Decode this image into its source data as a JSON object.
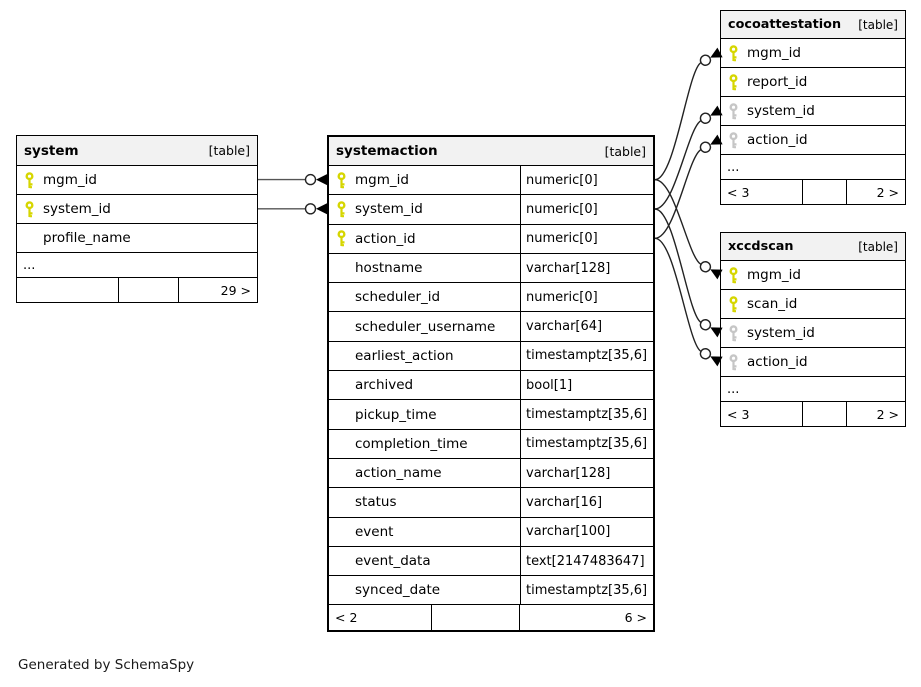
{
  "note": "Generated by SchemaSpy",
  "colors": {
    "primary_key": "#d6d600",
    "foreign_key_gray": "#c6c6c6",
    "header_bg": "#f2f2f2",
    "border": "#000000",
    "edge": "#222222"
  },
  "tables": {
    "system": {
      "name": "system",
      "tag": "[table]",
      "columns": [
        {
          "name": "mgm_id",
          "key": "primary"
        },
        {
          "name": "system_id",
          "key": "primary"
        },
        {
          "name": "profile_name",
          "key": "none"
        }
      ],
      "truncated": "...",
      "footer": {
        "left": "",
        "middle": "",
        "right": "29 >"
      }
    },
    "systemaction": {
      "name": "systemaction",
      "tag": "[table]",
      "columns": [
        {
          "name": "mgm_id",
          "type": "numeric[0]",
          "key": "primary"
        },
        {
          "name": "system_id",
          "type": "numeric[0]",
          "key": "primary"
        },
        {
          "name": "action_id",
          "type": "numeric[0]",
          "key": "primary"
        },
        {
          "name": "hostname",
          "type": "varchar[128]",
          "key": "none"
        },
        {
          "name": "scheduler_id",
          "type": "numeric[0]",
          "key": "none"
        },
        {
          "name": "scheduler_username",
          "type": "varchar[64]",
          "key": "none"
        },
        {
          "name": "earliest_action",
          "type": "timestamptz[35,6]",
          "key": "none"
        },
        {
          "name": "archived",
          "type": "bool[1]",
          "key": "none"
        },
        {
          "name": "pickup_time",
          "type": "timestamptz[35,6]",
          "key": "none"
        },
        {
          "name": "completion_time",
          "type": "timestamptz[35,6]",
          "key": "none"
        },
        {
          "name": "action_name",
          "type": "varchar[128]",
          "key": "none"
        },
        {
          "name": "status",
          "type": "varchar[16]",
          "key": "none"
        },
        {
          "name": "event",
          "type": "varchar[100]",
          "key": "none"
        },
        {
          "name": "event_data",
          "type": "text[2147483647]",
          "key": "none"
        },
        {
          "name": "synced_date",
          "type": "timestamptz[35,6]",
          "key": "none"
        }
      ],
      "footer": {
        "left": "< 2",
        "middle": "",
        "right": "6 >"
      }
    },
    "cocoattestation": {
      "name": "cocoattestation",
      "tag": "[table]",
      "columns": [
        {
          "name": "mgm_id",
          "key": "primary"
        },
        {
          "name": "report_id",
          "key": "primary"
        },
        {
          "name": "system_id",
          "key": "foreign"
        },
        {
          "name": "action_id",
          "key": "foreign"
        }
      ],
      "truncated": "...",
      "footer": {
        "left": "< 3",
        "middle": "",
        "right": "2 >"
      }
    },
    "xccdscan": {
      "name": "xccdscan",
      "tag": "[table]",
      "columns": [
        {
          "name": "mgm_id",
          "key": "primary"
        },
        {
          "name": "scan_id",
          "key": "primary"
        },
        {
          "name": "system_id",
          "key": "foreign"
        },
        {
          "name": "action_id",
          "key": "foreign"
        }
      ],
      "truncated": "...",
      "footer": {
        "left": "< 3",
        "middle": "",
        "right": "2 >"
      }
    }
  },
  "relationships": [
    {
      "from": "system.mgm_id",
      "to": "systemaction.mgm_id"
    },
    {
      "from": "system.system_id",
      "to": "systemaction.system_id"
    },
    {
      "from": "systemaction.mgm_id",
      "to": "cocoattestation.mgm_id"
    },
    {
      "from": "systemaction.system_id",
      "to": "cocoattestation.system_id"
    },
    {
      "from": "systemaction.action_id",
      "to": "cocoattestation.action_id"
    },
    {
      "from": "systemaction.mgm_id",
      "to": "xccdscan.mgm_id"
    },
    {
      "from": "systemaction.system_id",
      "to": "xccdscan.system_id"
    },
    {
      "from": "systemaction.action_id",
      "to": "xccdscan.action_id"
    }
  ]
}
